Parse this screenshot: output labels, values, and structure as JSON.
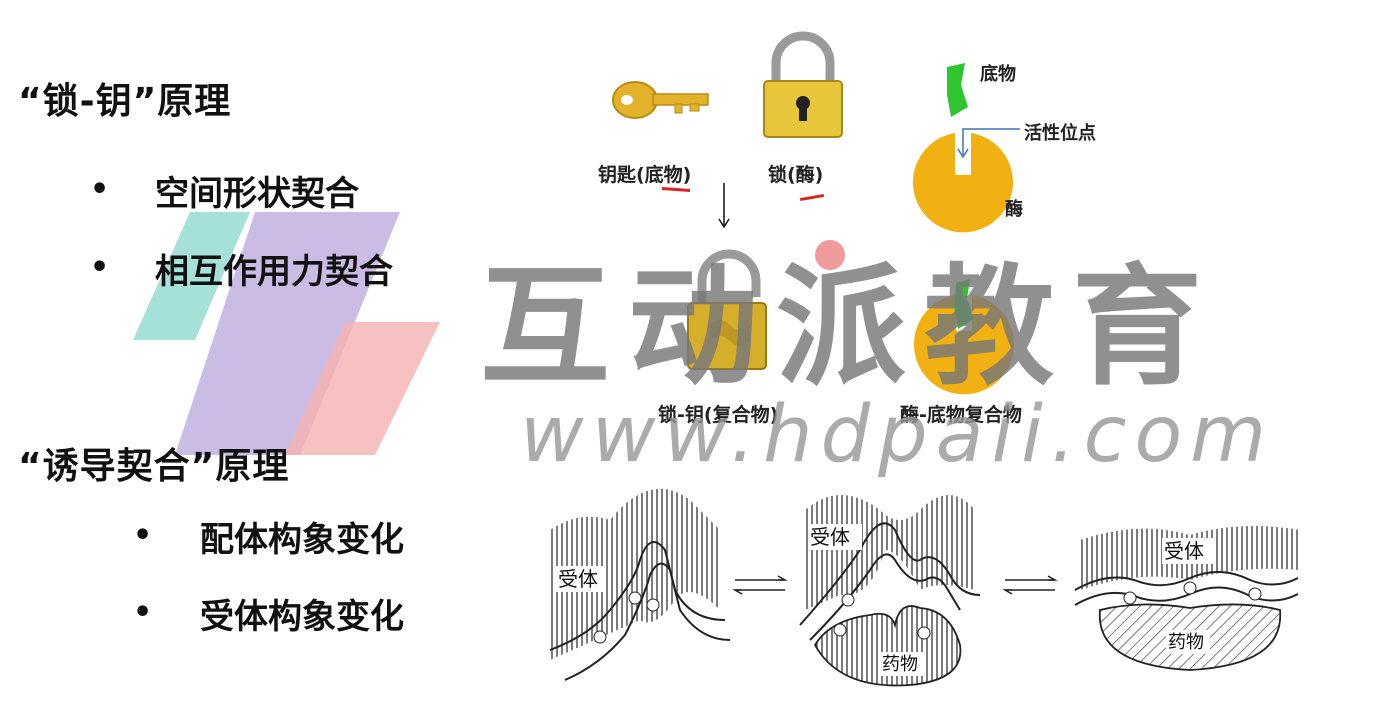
{
  "lock_key": {
    "title": "“锁-钥”原理",
    "bullets": [
      "空间形状契合",
      "相互作用力契合"
    ],
    "key_caption": "钥匙(底物)",
    "lock_caption": "锁(酶)",
    "complex_caption": "锁-钥(复合物)",
    "substrate_label": "底物",
    "active_site_label": "活性位点",
    "enzyme_label": "酶",
    "enzyme_complex_caption": "酶-底物复合物"
  },
  "induced_fit": {
    "title": "“诱导契合”原理",
    "bullets": [
      "配体构象变化",
      "受体构象变化"
    ],
    "receptor_label": "受体",
    "drug_label": "药物"
  },
  "watermark": {
    "brand": "互动派教育",
    "url": "www.hdpaii.com"
  },
  "colors": {
    "gold": "#e8b92b",
    "enzyme_orange": "#f2b112",
    "substrate_green": "#2fc52f",
    "stripe_teal": "#8fd9cf",
    "stripe_purple": "#b9a6dc",
    "stripe_pink": "#f6b2b2"
  }
}
